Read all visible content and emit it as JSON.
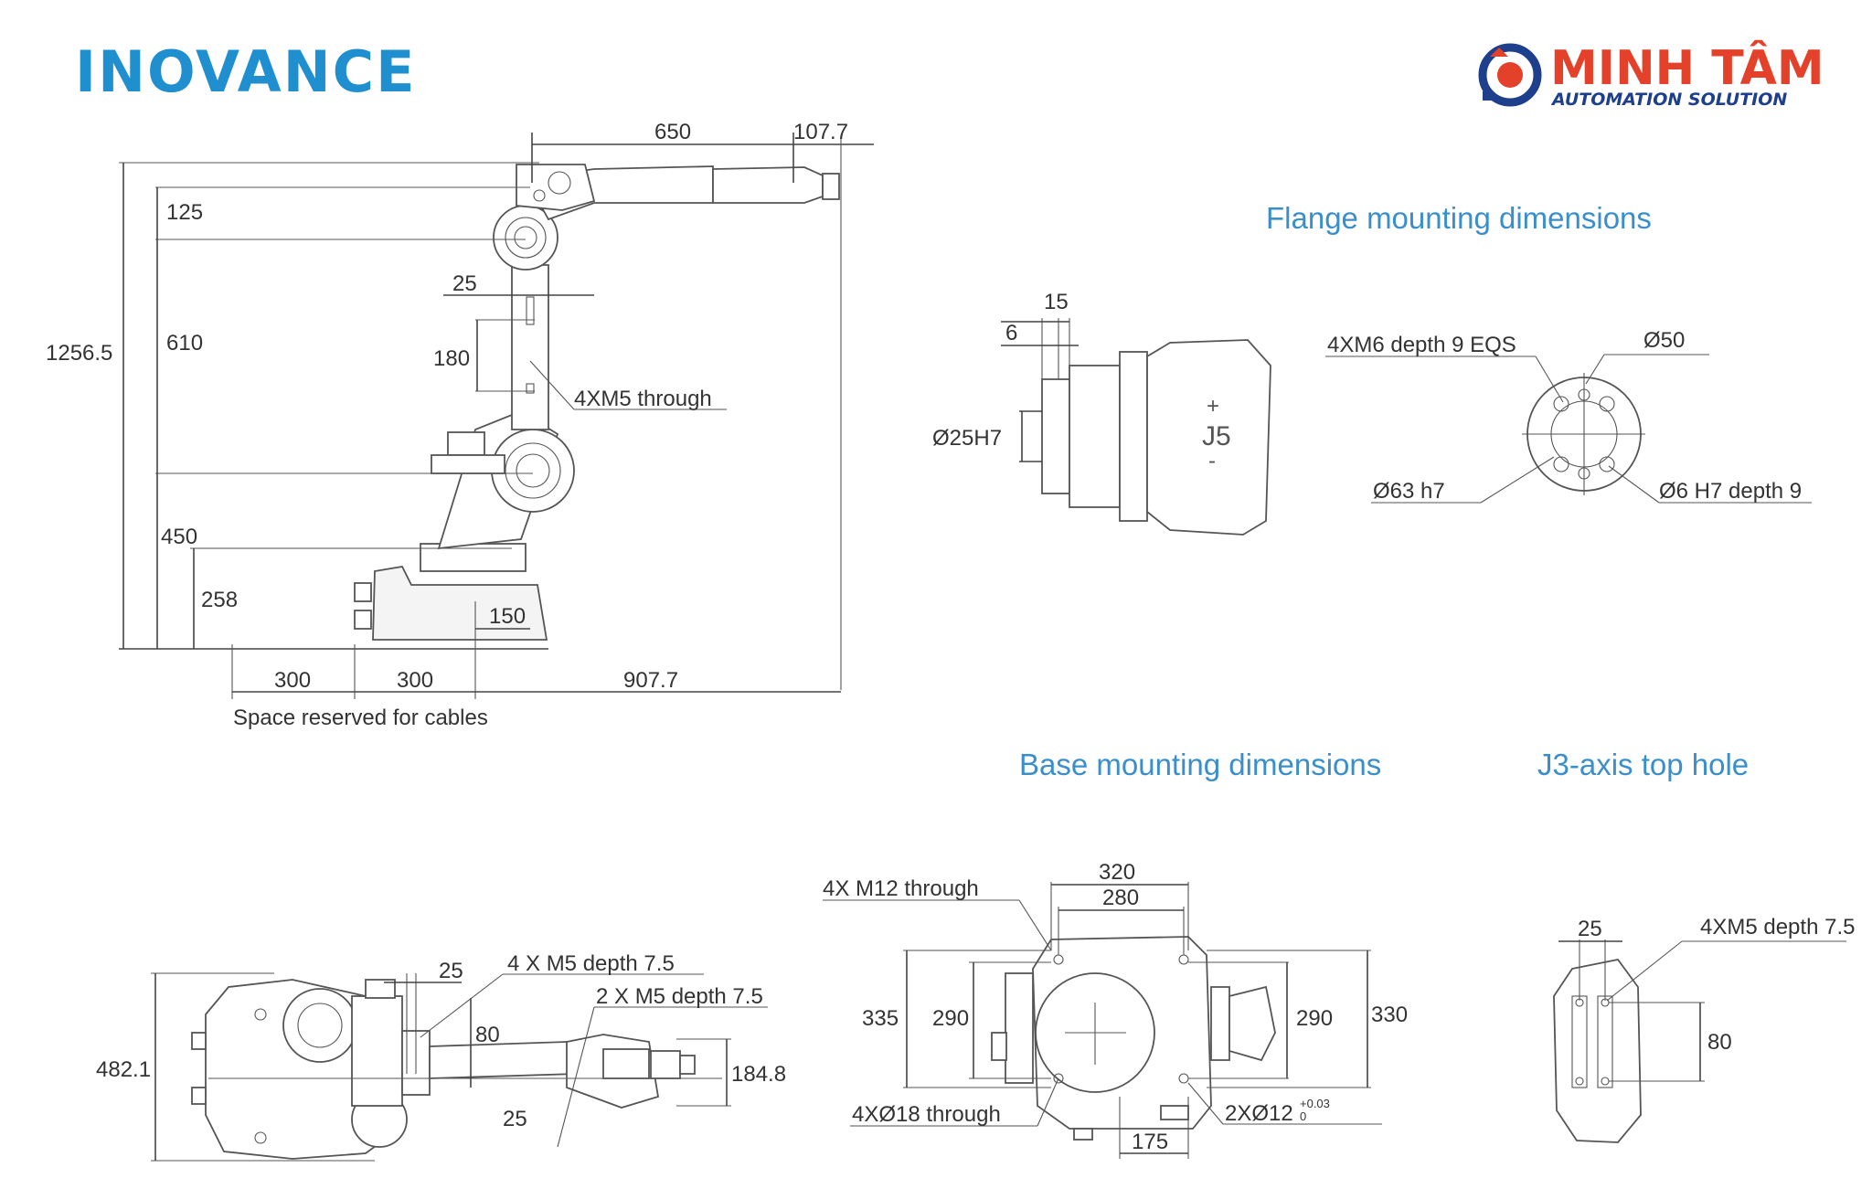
{
  "brand": {
    "left_logo": "INOVANCE",
    "right_logo_name": "MINH TÂM",
    "right_logo_tagline": "AUTOMATION SOLUTION",
    "left_logo_color": "#1f8fd0",
    "right_logo_color": "#e3412a",
    "right_logo_tagline_color": "#1e3f8c"
  },
  "titles": {
    "flange": "Flange mounting dimensions",
    "base": "Base mounting dimensions",
    "j3": "J3-axis top hole",
    "title_color": "#3a8fcb"
  },
  "side_view": {
    "dims": {
      "reach_650": "650",
      "tip_107_7": "107.7",
      "d125": "125",
      "d25": "25",
      "height_1256_5": "1256.5",
      "d610": "610",
      "d180": "180",
      "d450": "450",
      "d258": "258",
      "d150": "150",
      "d300a": "300",
      "d300b": "300",
      "d907_7": "907.7"
    },
    "annotations": {
      "holes": "4XM5 through",
      "cables": "Space reserved for cables"
    }
  },
  "flange_view": {
    "dims": {
      "d15": "15",
      "d6": "6",
      "d25h7": "Ø25H7"
    },
    "joint_label": "J5",
    "holes": {
      "m6": "4XM6 depth 9 EQS",
      "d50": "Ø50",
      "d63": "Ø63  h7",
      "d6h7": "Ø6 H7 depth 9"
    }
  },
  "top_view": {
    "dims": {
      "d482_1": "482.1",
      "d25a": "25",
      "d80": "80",
      "d25b": "25",
      "d184_8": "184.8"
    },
    "annotations": {
      "m5_4": "4 X M5 depth 7.5",
      "m5_2": "2 X M5 depth 7.5"
    }
  },
  "base_view": {
    "dims": {
      "d320": "320",
      "d280": "280",
      "d335": "335",
      "d290l": "290",
      "d290r": "290",
      "d330": "330",
      "d175": "175"
    },
    "annotations": {
      "m12": "4X M12 through",
      "d18": "4XØ18 through",
      "d12": "2XØ12",
      "d12_tol_upper": "+0.03",
      "d12_tol_lower": "0"
    }
  },
  "j3_view": {
    "dims": {
      "d25": "25",
      "d80": "80"
    },
    "annotation": "4XM5 depth 7.5"
  }
}
